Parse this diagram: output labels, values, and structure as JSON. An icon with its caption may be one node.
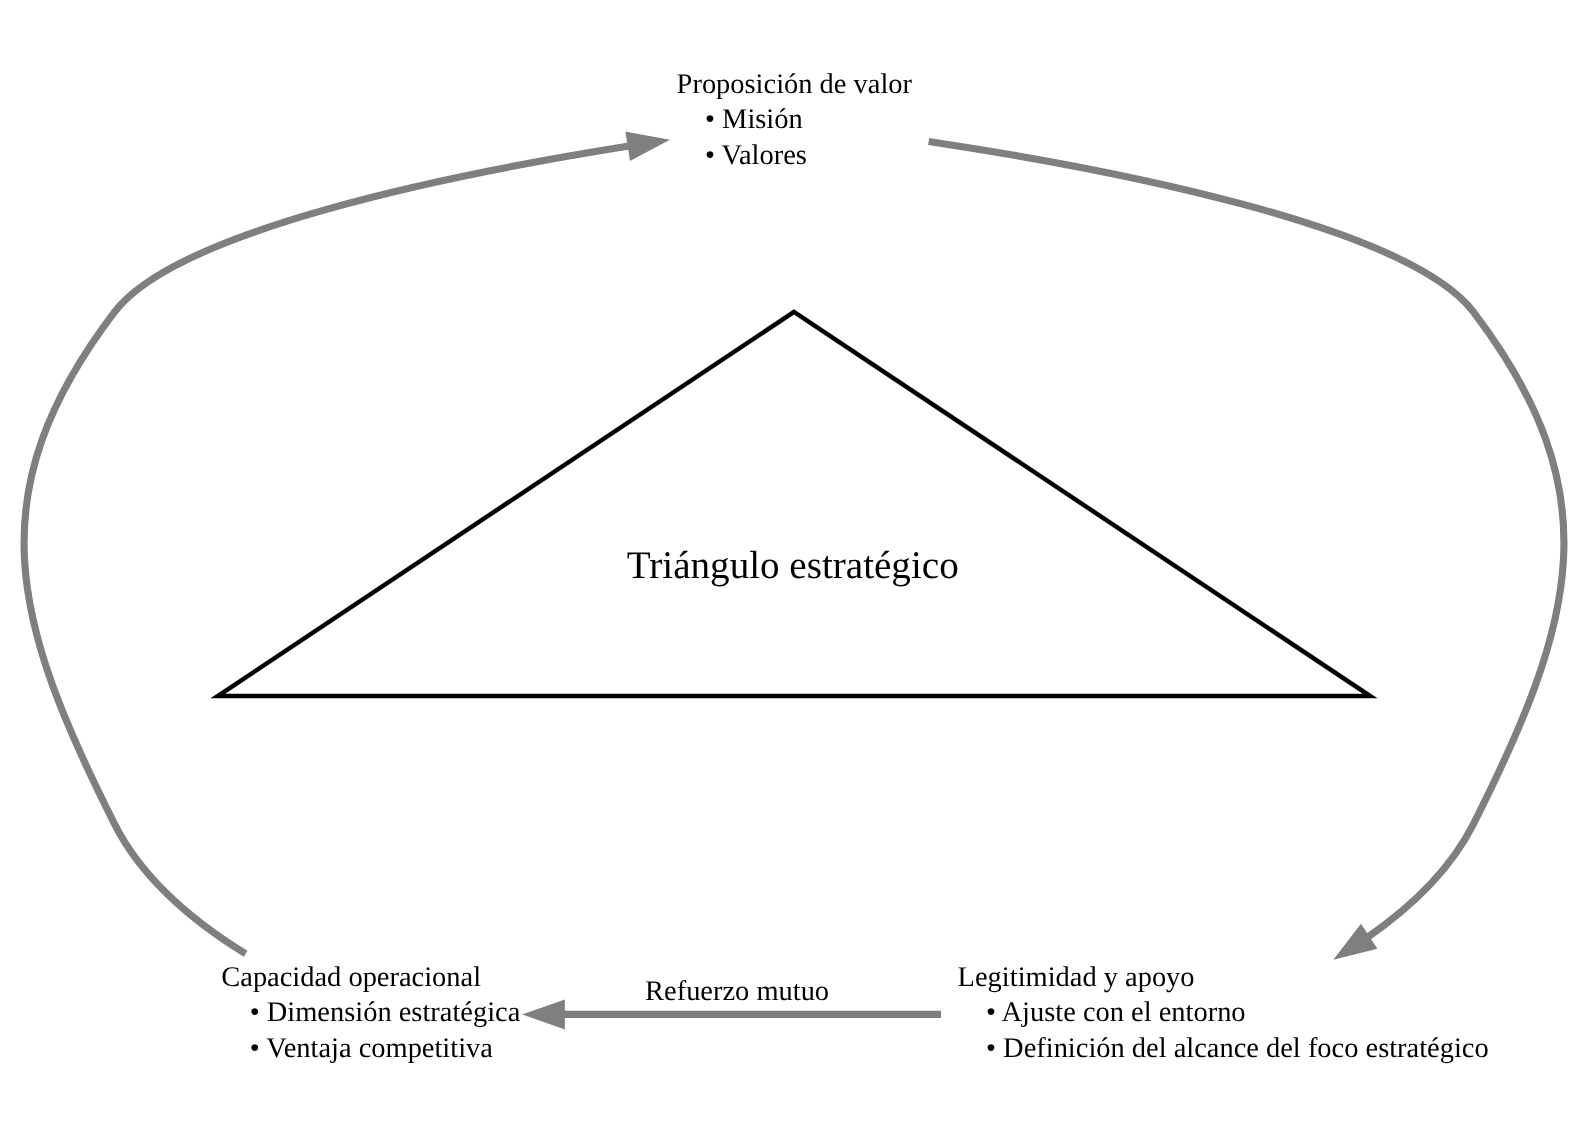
{
  "diagram": {
    "nodes": [
      {
        "text": [
          "Proposición de valor",
          "• Misión",
          "• Valores"
        ]
      },
      {
        "text": [
          "Triángulo estratégico"
        ]
      },
      {
        "text": [
          "Capacidad operacional",
          "• Dimensión estratégica",
          "• Ventaja competitiva"
        ]
      },
      {
        "text": [
          "Legitimidad y apoyo",
          "• Ajuste con el entorno",
          "• Definición del alcance del foco estratégico"
        ]
      }
    ],
    "edges": [
      {
        "from": 0,
        "to": 3,
        "arrow": "to"
      },
      {
        "from": 3,
        "to": 2,
        "arrow": "to",
        "label": "Refuerzo mutuo"
      },
      {
        "from": 2,
        "to": 0,
        "arrow": "to"
      }
    ]
  }
}
